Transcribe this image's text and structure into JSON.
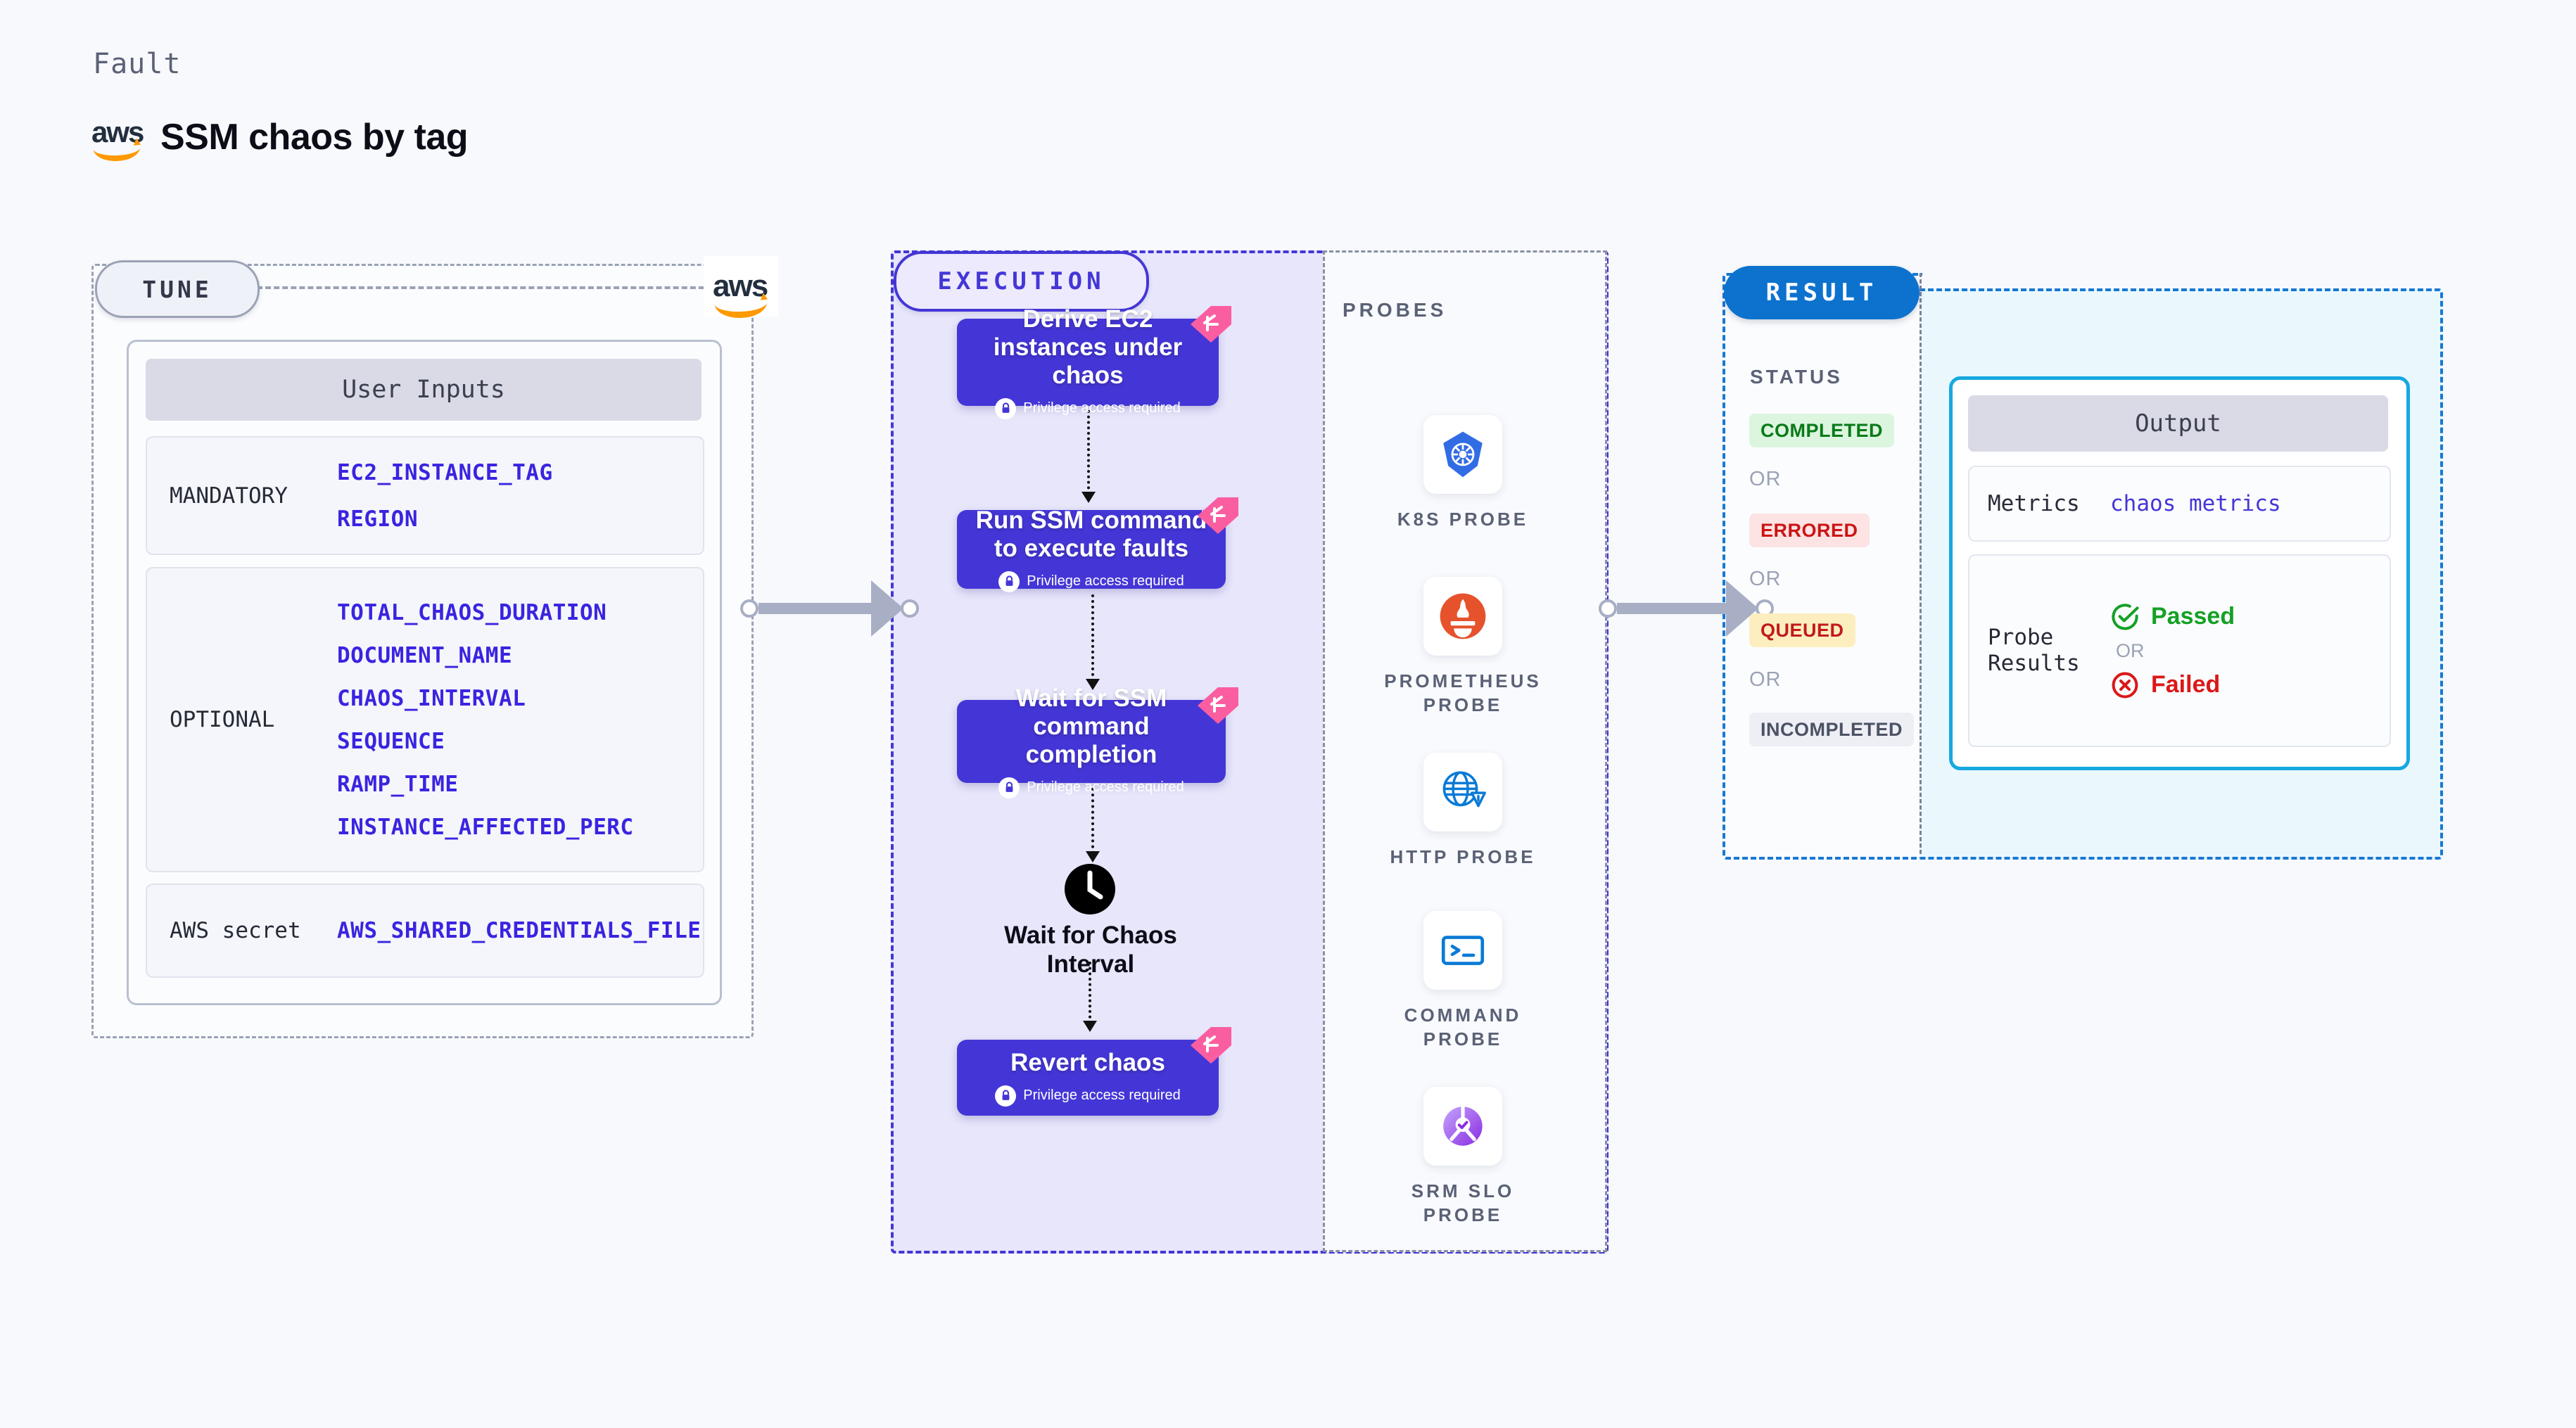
{
  "header": {
    "kicker": "Fault",
    "provider_logo": "aws-logo",
    "title": "SSM chaos by tag"
  },
  "tune": {
    "tag": "TUNE",
    "provider_badge": "aws-logo",
    "card_title": "User Inputs",
    "groups": [
      {
        "label": "MANDATORY",
        "values": [
          "EC2_INSTANCE_TAG",
          "REGION"
        ]
      },
      {
        "label": "OPTIONAL",
        "values": [
          "TOTAL_CHAOS_DURATION",
          "DOCUMENT_NAME",
          "CHAOS_INTERVAL",
          "SEQUENCE",
          "RAMP_TIME",
          "INSTANCE_AFFECTED_PERC"
        ]
      },
      {
        "label": "AWS secret",
        "values": [
          "AWS_SHARED_CREDENTIALS_FILE"
        ]
      }
    ]
  },
  "execution": {
    "tag": "EXECUTION",
    "privilege_note": "Privilege access required",
    "nodes": [
      {
        "title": "Derive EC2 instances under chaos",
        "privileged": true,
        "badge": "fault-ribbon-icon"
      },
      {
        "title": "Run SSM command to execute faults",
        "privileged": true,
        "badge": "fault-ribbon-icon"
      },
      {
        "title": "Wait for SSM command completion",
        "privileged": true,
        "badge": "fault-ribbon-icon"
      },
      {
        "title": "Wait for Chaos Interval",
        "privileged": false,
        "badge": "clock-icon"
      },
      {
        "title": "Revert chaos",
        "privileged": true,
        "badge": "fault-ribbon-icon"
      }
    ]
  },
  "probes": {
    "title": "PROBES",
    "items": [
      {
        "name": "K8S PROBE",
        "icon": "kubernetes-icon"
      },
      {
        "name": "PROMETHEUS PROBE",
        "icon": "prometheus-icon"
      },
      {
        "name": "HTTP PROBE",
        "icon": "globe-warning-icon"
      },
      {
        "name": "COMMAND PROBE",
        "icon": "terminal-icon"
      },
      {
        "name": "SRM SLO PROBE",
        "icon": "srm-slo-icon"
      }
    ]
  },
  "result": {
    "tag": "RESULT",
    "status_title": "STATUS",
    "or_label": "OR",
    "statuses": [
      {
        "label": "COMPLETED",
        "bg": "#dcf5df",
        "fg": "#0a7a18"
      },
      {
        "label": "ERRORED",
        "bg": "#fde3e3",
        "fg": "#cc1414"
      },
      {
        "label": "QUEUED",
        "bg": "#fdeec0",
        "fg": "#c11b1b"
      },
      {
        "label": "INCOMPLETED",
        "bg": "#edeff5",
        "fg": "#4c5264"
      }
    ],
    "output": {
      "title": "Output",
      "metrics_key": "Metrics",
      "metrics_value": "chaos metrics",
      "probe_key": "Probe Results",
      "passed_label": "Passed",
      "failed_label": "Failed",
      "or_label": "OR"
    }
  },
  "colors": {
    "page_bg": "#f7f9fc",
    "execution_accent": "#4436d6",
    "result_accent": "#0d72ce",
    "output_accent": "#17a8e0",
    "param_value": "#3a24e0",
    "ribbon": "#fb5ea0",
    "aws_orange": "#ff9900",
    "aws_dark": "#232f3e"
  }
}
